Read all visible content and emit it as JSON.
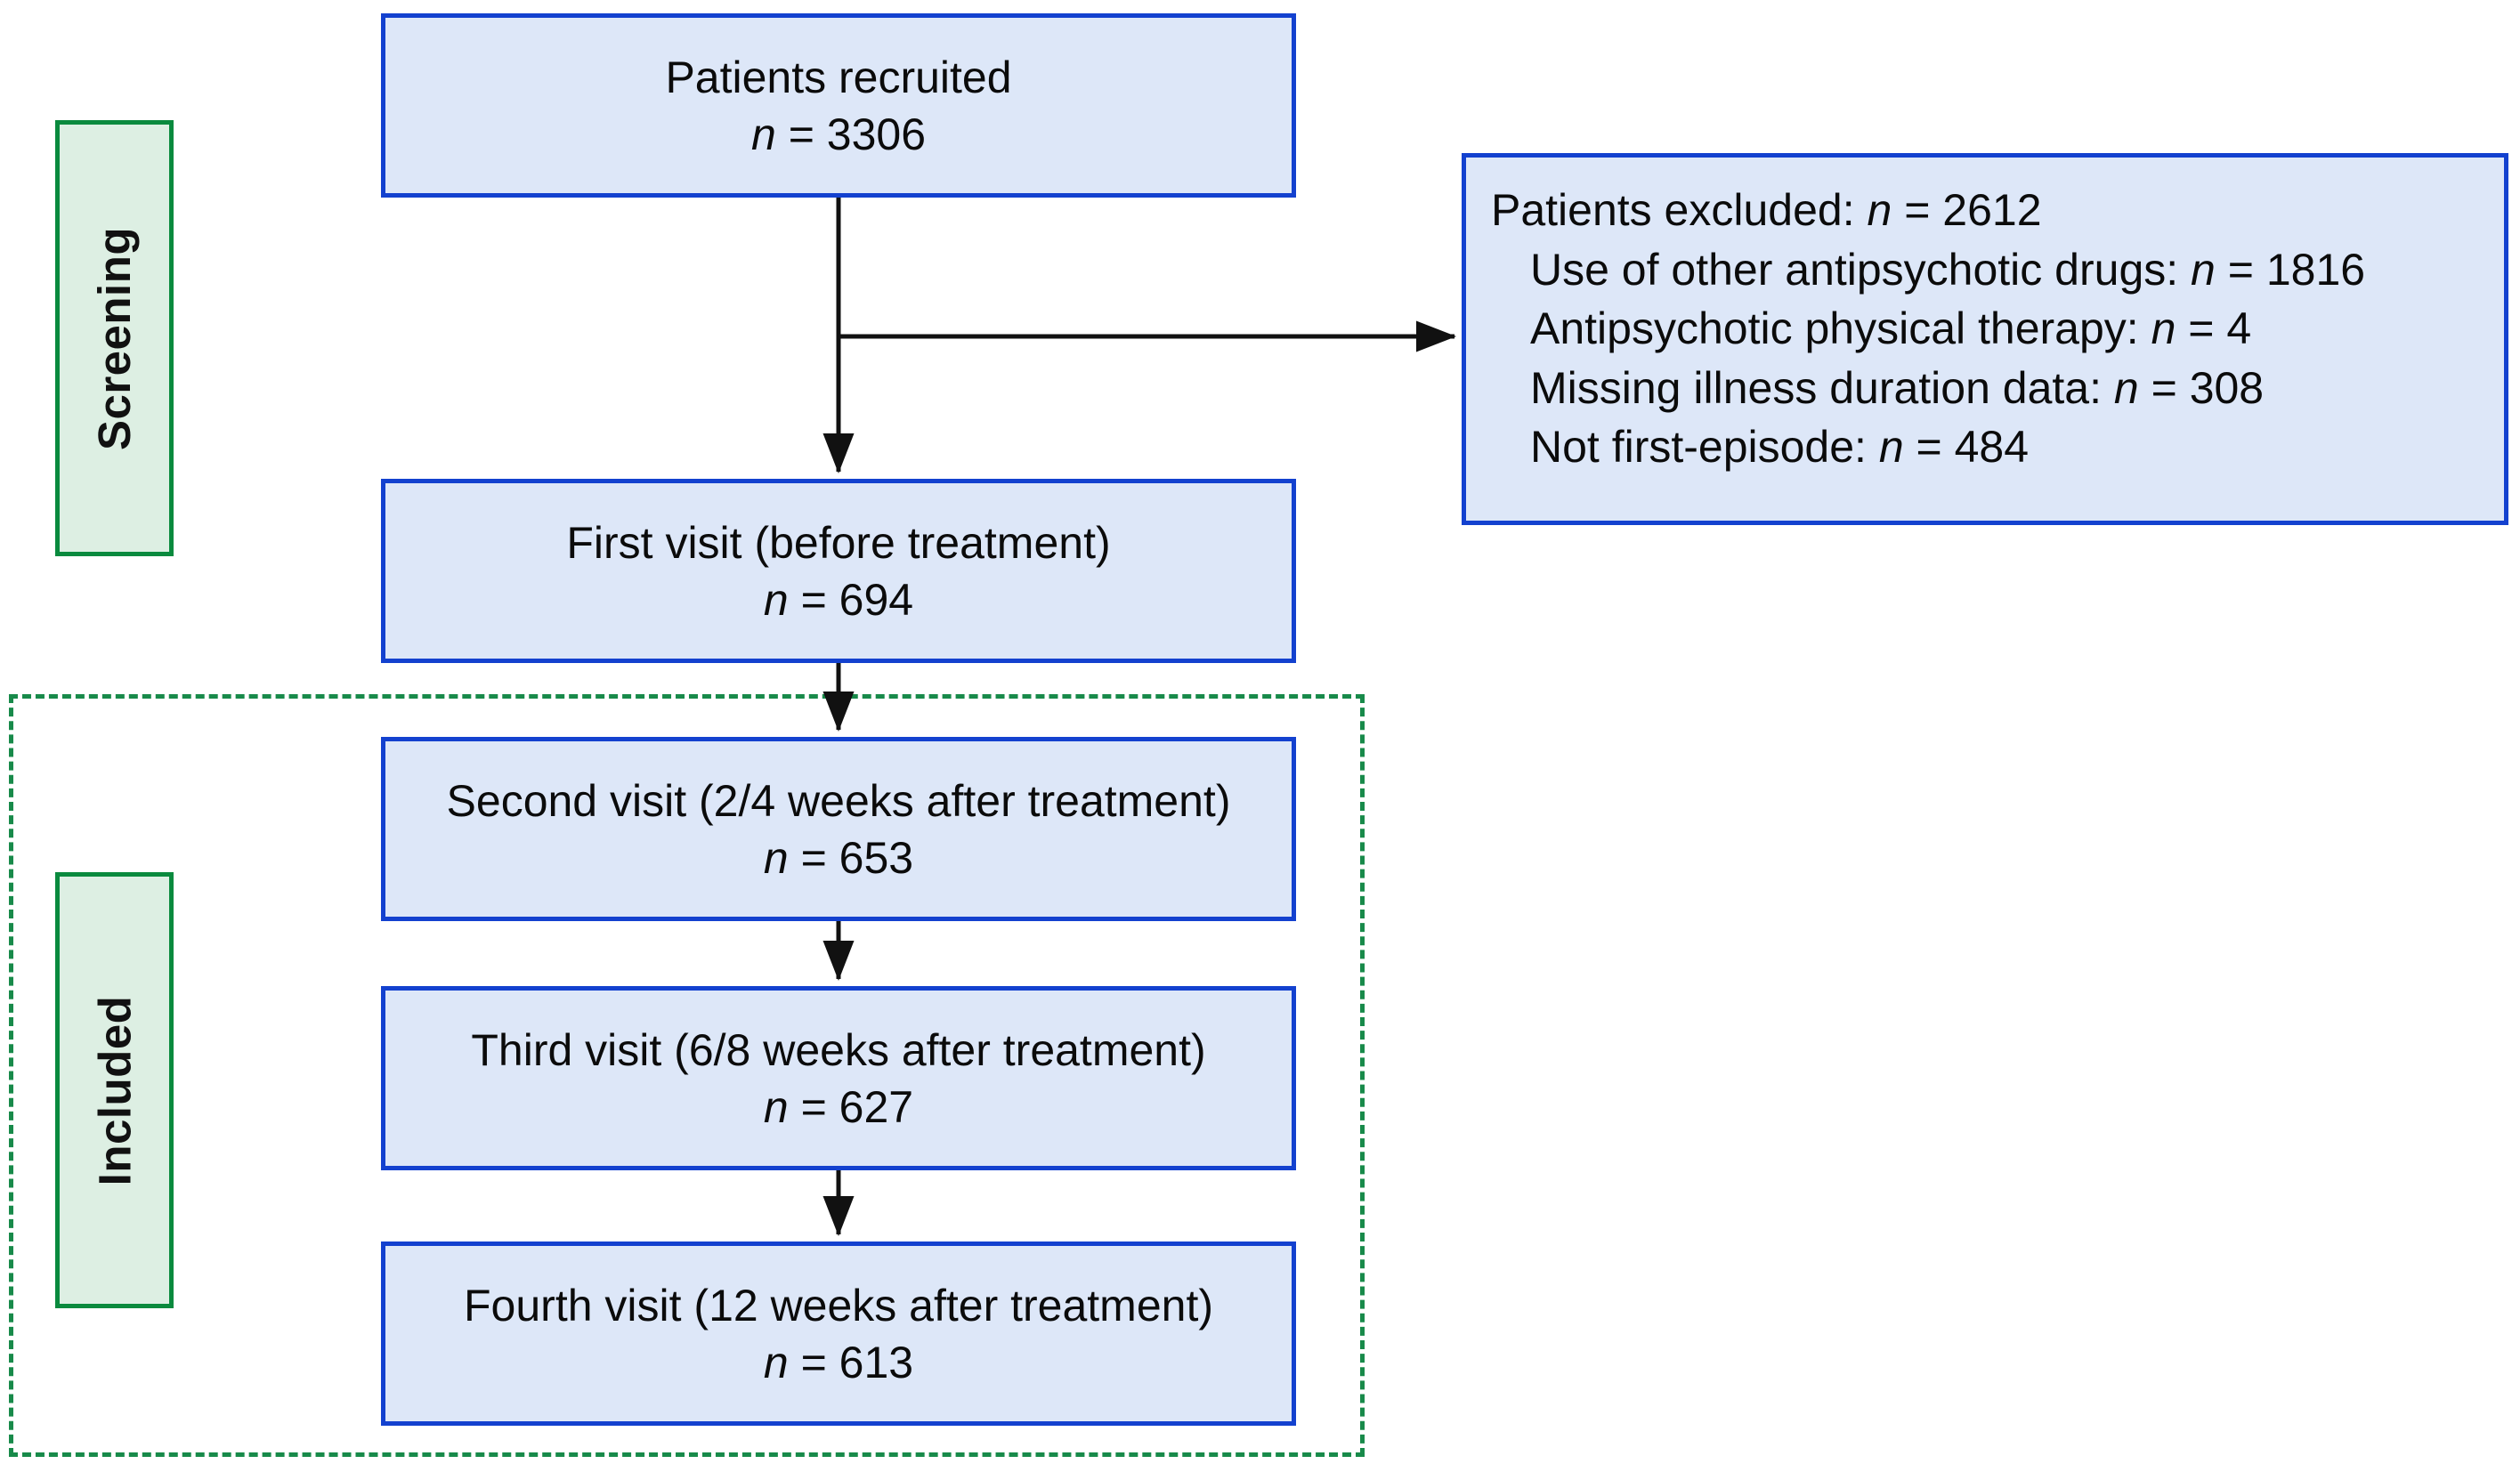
{
  "diagram": {
    "title": "Patient recruitment and follow-up flow diagram",
    "colors": {
      "box_fill": "#dde7f8",
      "box_border": "#1341cf",
      "stage_fill": "#ddefe3",
      "stage_border": "#0a8a3e",
      "dashed_border": "#188a4a",
      "text": "#0b0b0b"
    }
  },
  "stages": [
    {
      "id": "screening",
      "label": "Screening"
    },
    {
      "id": "included",
      "label": "Included"
    }
  ],
  "flow_boxes": [
    {
      "id": "recruited",
      "title": "Patients recruited",
      "n_prefix": "n",
      "n_eq": " = ",
      "n_value": "3306"
    },
    {
      "id": "first-visit",
      "title": "First visit (before treatment)",
      "n_prefix": "n",
      "n_eq": " = ",
      "n_value": "694"
    },
    {
      "id": "second-visit",
      "title": "Second visit (2/4 weeks after treatment)",
      "n_prefix": "n",
      "n_eq": " = ",
      "n_value": "653"
    },
    {
      "id": "third-visit",
      "title": "Third visit (6/8 weeks after treatment)",
      "n_prefix": "n",
      "n_eq": " = ",
      "n_value": "627"
    },
    {
      "id": "fourth-visit",
      "title": "Fourth visit (12 weeks after treatment)",
      "n_prefix": "n",
      "n_eq": " = ",
      "n_value": "613"
    }
  ],
  "excluded": {
    "head_label": "Patients excluded: ",
    "head_n": "n",
    "head_eq": " = ",
    "head_value": "2612",
    "items": [
      {
        "label": "Use of other antipsychotic drugs: ",
        "n": "n",
        "eq": " = ",
        "value": "1816"
      },
      {
        "label": "Antipsychotic physical therapy: ",
        "n": "n",
        "eq": " = ",
        "value": "4"
      },
      {
        "label": "Missing illness duration data: ",
        "n": "n",
        "eq": " = ",
        "value": "308"
      },
      {
        "label": "Not first-episode: ",
        "n": "n",
        "eq": " = ",
        "value": "484"
      }
    ]
  },
  "chart_data": {
    "type": "table",
    "title": "CONSORT-style patient flow",
    "categories": [
      "Patients recruited",
      "Patients excluded",
      "First visit (before treatment)",
      "Second visit (2/4 weeks after treatment)",
      "Third visit (6/8 weeks after treatment)",
      "Fourth visit (12 weeks after treatment)"
    ],
    "values": [
      3306,
      2612,
      694,
      653,
      627,
      613
    ],
    "exclusion_reasons": {
      "categories": [
        "Use of other antipsychotic drugs",
        "Antipsychotic physical therapy",
        "Missing illness duration data",
        "Not first-episode"
      ],
      "values": [
        1816,
        4,
        308,
        484
      ]
    },
    "xlabel": "",
    "ylabel": "n"
  }
}
